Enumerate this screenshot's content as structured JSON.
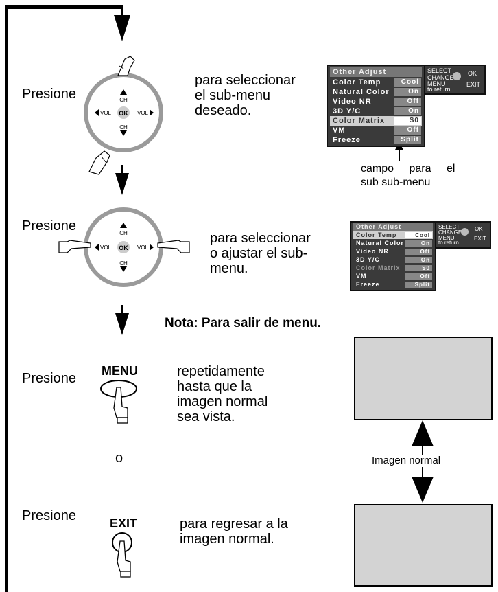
{
  "steps": [
    {
      "press": "Presione",
      "text_lines": [
        "para seleccionar",
        "el sub-menu",
        "deseado."
      ]
    },
    {
      "press": "Presione",
      "text_lines": [
        "para seleccionar",
        "o ajustar el sub-",
        "menu."
      ]
    }
  ],
  "remote": {
    "ok": "OK",
    "vol_left": "VOL",
    "vol_right": "VOL",
    "ch_up": "CH",
    "ch_down": "CH"
  },
  "tv_menu": {
    "title": "Other Adjust",
    "items": [
      {
        "label": "Color Temp",
        "value": "Cool"
      },
      {
        "label": "Natural Color",
        "value": "On"
      },
      {
        "label": "Video NR",
        "value": "Off"
      },
      {
        "label": "3D Y/C",
        "value": "On"
      },
      {
        "label": "Color Matrix",
        "value": "S0"
      },
      {
        "label": "VM",
        "value": "Off"
      },
      {
        "label": "Freeze",
        "value": "Split"
      }
    ],
    "legend": {
      "select": "SELECT",
      "change": "CHANGE",
      "menu": "MENU",
      "to_return": "to return",
      "ok": "OK",
      "exit": "EXIT"
    }
  },
  "submenu_caption": [
    "campo para el",
    "sub sub-menu"
  ],
  "note": "Nota: Para salir de menu.",
  "exit_steps": [
    {
      "press": "Presione",
      "button": "MENU",
      "text_lines": [
        "repetidamente",
        "hasta que la",
        "imagen normal",
        "sea vista."
      ]
    },
    {
      "press": "Presione",
      "button": "EXIT",
      "text_lines": [
        "para regresar a la",
        "imagen normal."
      ]
    }
  ],
  "or_label": "o",
  "image_label": "Imagen normal",
  "colors": {
    "screen": "#d3d3d3",
    "menu_bg": "#3a3a3a",
    "ring": "#9a9a9a"
  }
}
